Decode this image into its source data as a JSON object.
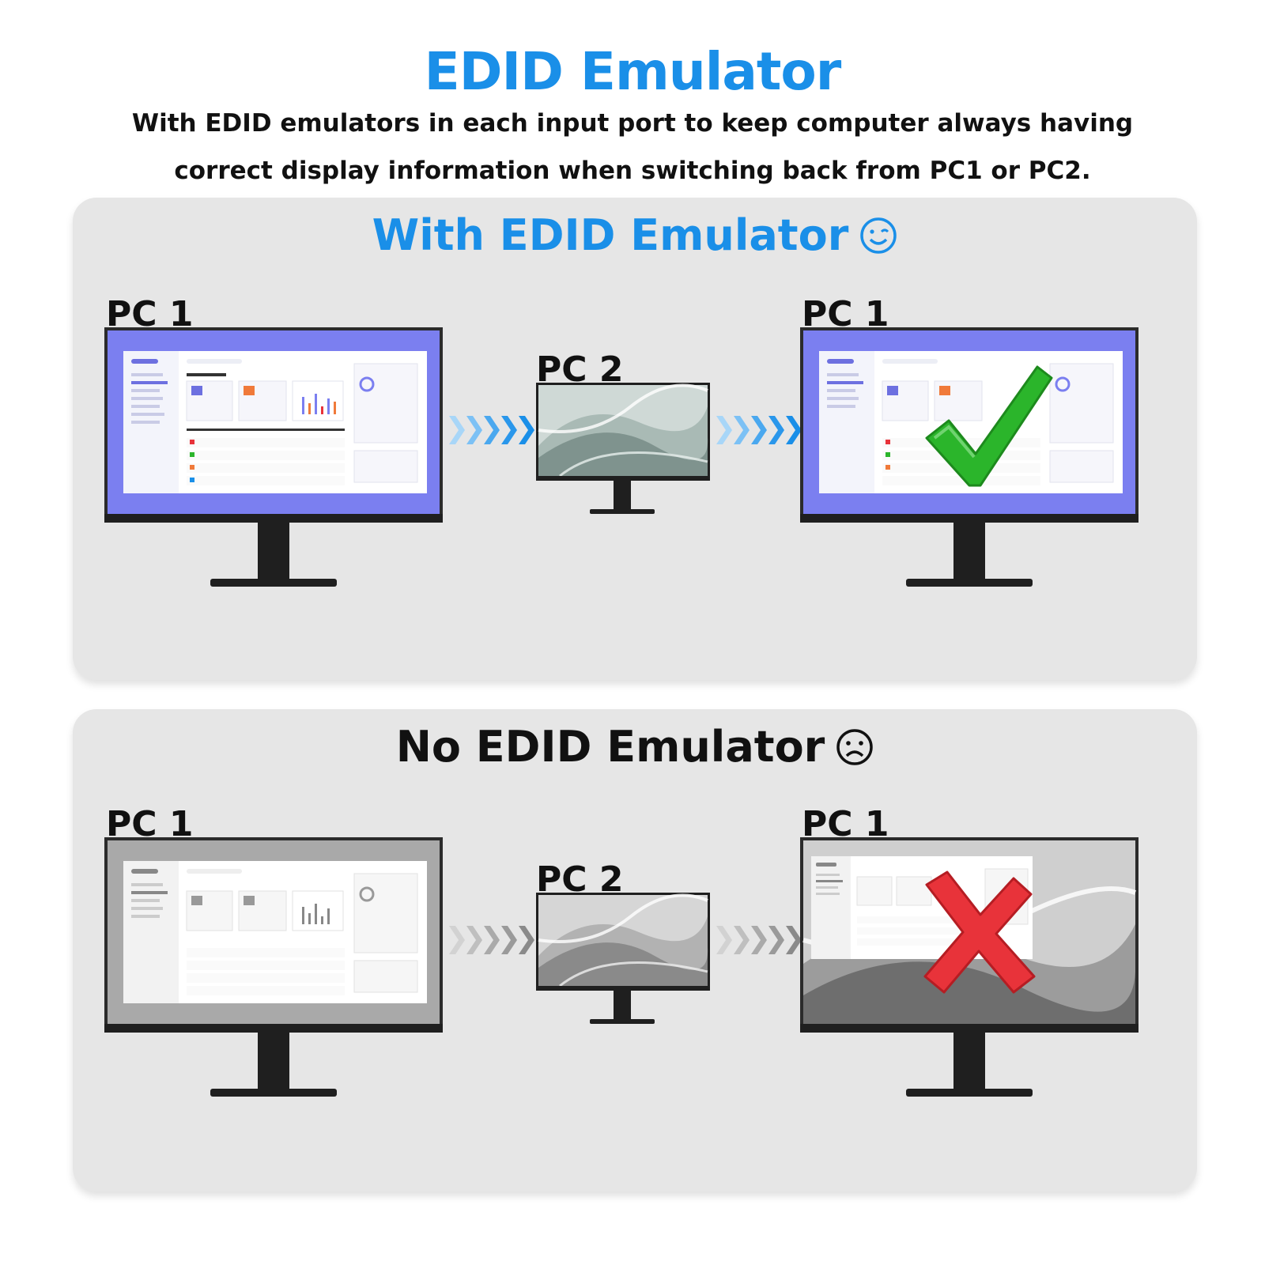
{
  "header": {
    "title": "EDID Emulator",
    "subtitle": "With EDID emulators in each input port to keep computer always having correct display information when switching back from PC1 or PC2."
  },
  "panels": [
    {
      "title": "With EDID Emulator",
      "face_icon": "smile-icon",
      "labels": {
        "left": "PC 1",
        "middle": "PC 2",
        "right": "PC 1"
      },
      "result": "check-mark-icon",
      "accent": "#1a8fe8"
    },
    {
      "title": "No EDID Emulator",
      "face_icon": "sad-icon",
      "labels": {
        "left": "PC 1",
        "middle": "PC 2",
        "right": "PC 1"
      },
      "result": "cross-mark-icon",
      "accent": "#9a9a9a"
    }
  ],
  "colors": {
    "blue": "#1a8fe8",
    "screen_purple": "#7b7ff0",
    "check_green": "#2bb52b",
    "cross_red": "#e8333a",
    "panel_bg": "#e6e6e6"
  }
}
